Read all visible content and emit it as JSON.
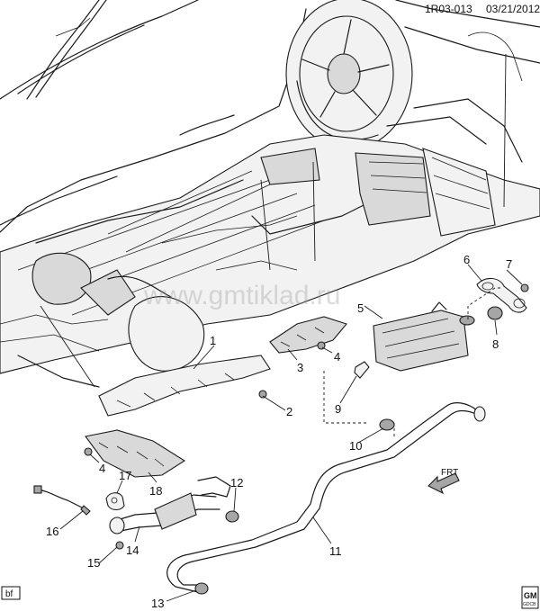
{
  "header": {
    "code": "1R03-013",
    "date": "03/21/2012"
  },
  "watermark": "www.gmtiklad.ru",
  "corner_tag": "bf",
  "front_arrow": "FRT",
  "logo": {
    "line1": "GM",
    "line2": "GDCB"
  },
  "callouts": [
    "1",
    "2",
    "3",
    "4",
    "4",
    "5",
    "6",
    "7",
    "8",
    "9",
    "10",
    "11",
    "12",
    "13",
    "14",
    "15",
    "16",
    "17",
    "18"
  ]
}
